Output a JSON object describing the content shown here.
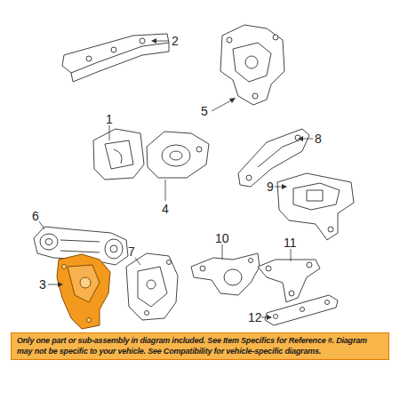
{
  "diagram": {
    "nodes": [
      {
        "text": [
          "Only one part or sub-assembly in diagram included. See Item Specifics for Reference #. Diagram may not be specific to your vehicle. See Compatibility for vehicle-specific diagrams."
        ]
      }
    ],
    "labels": [
      "2",
      "5",
      "1",
      "4",
      "8",
      "6",
      "9",
      "3",
      "7",
      "10",
      "11",
      "12"
    ]
  }
}
